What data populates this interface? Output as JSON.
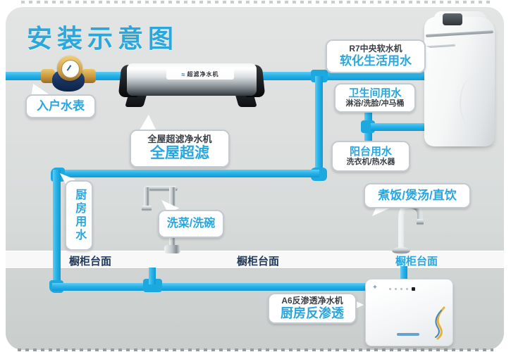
{
  "title": "安装示意图",
  "bubbles": {
    "meter": {
      "label": "入户水表"
    },
    "uf": {
      "line1": "全屋超滤净水机",
      "line2": "全屋超滤"
    },
    "softener": {
      "line1": "R7中央软水机",
      "line2": "软化生活用水"
    },
    "bathroom": {
      "line1": "卫生间用水",
      "line2": "淋浴/洗脸/冲马桶"
    },
    "balcony": {
      "line1": "阳台用水",
      "line2": "洗衣机/热水器"
    },
    "cook": {
      "label": "煮饭/煲汤/直饮"
    },
    "sink": {
      "label": "洗菜/洗碗"
    },
    "kitchen": {
      "label": "厨房用水"
    },
    "ro": {
      "line1": "A6反渗透净水机",
      "line2": "厨房反渗透"
    }
  },
  "countertop": {
    "label1": "橱柜台面",
    "label2": "橱柜台面",
    "label3": "橱柜台面"
  },
  "devices": {
    "uf_brand": "超滤净水机"
  },
  "colors": {
    "title_blue": "#2ba7db",
    "bubble_text_blue": "#2aa6de",
    "pipe_cyan": "#1bade4",
    "dark_text": "#3a3f46",
    "countertop_text_navy": "#223a5e"
  }
}
